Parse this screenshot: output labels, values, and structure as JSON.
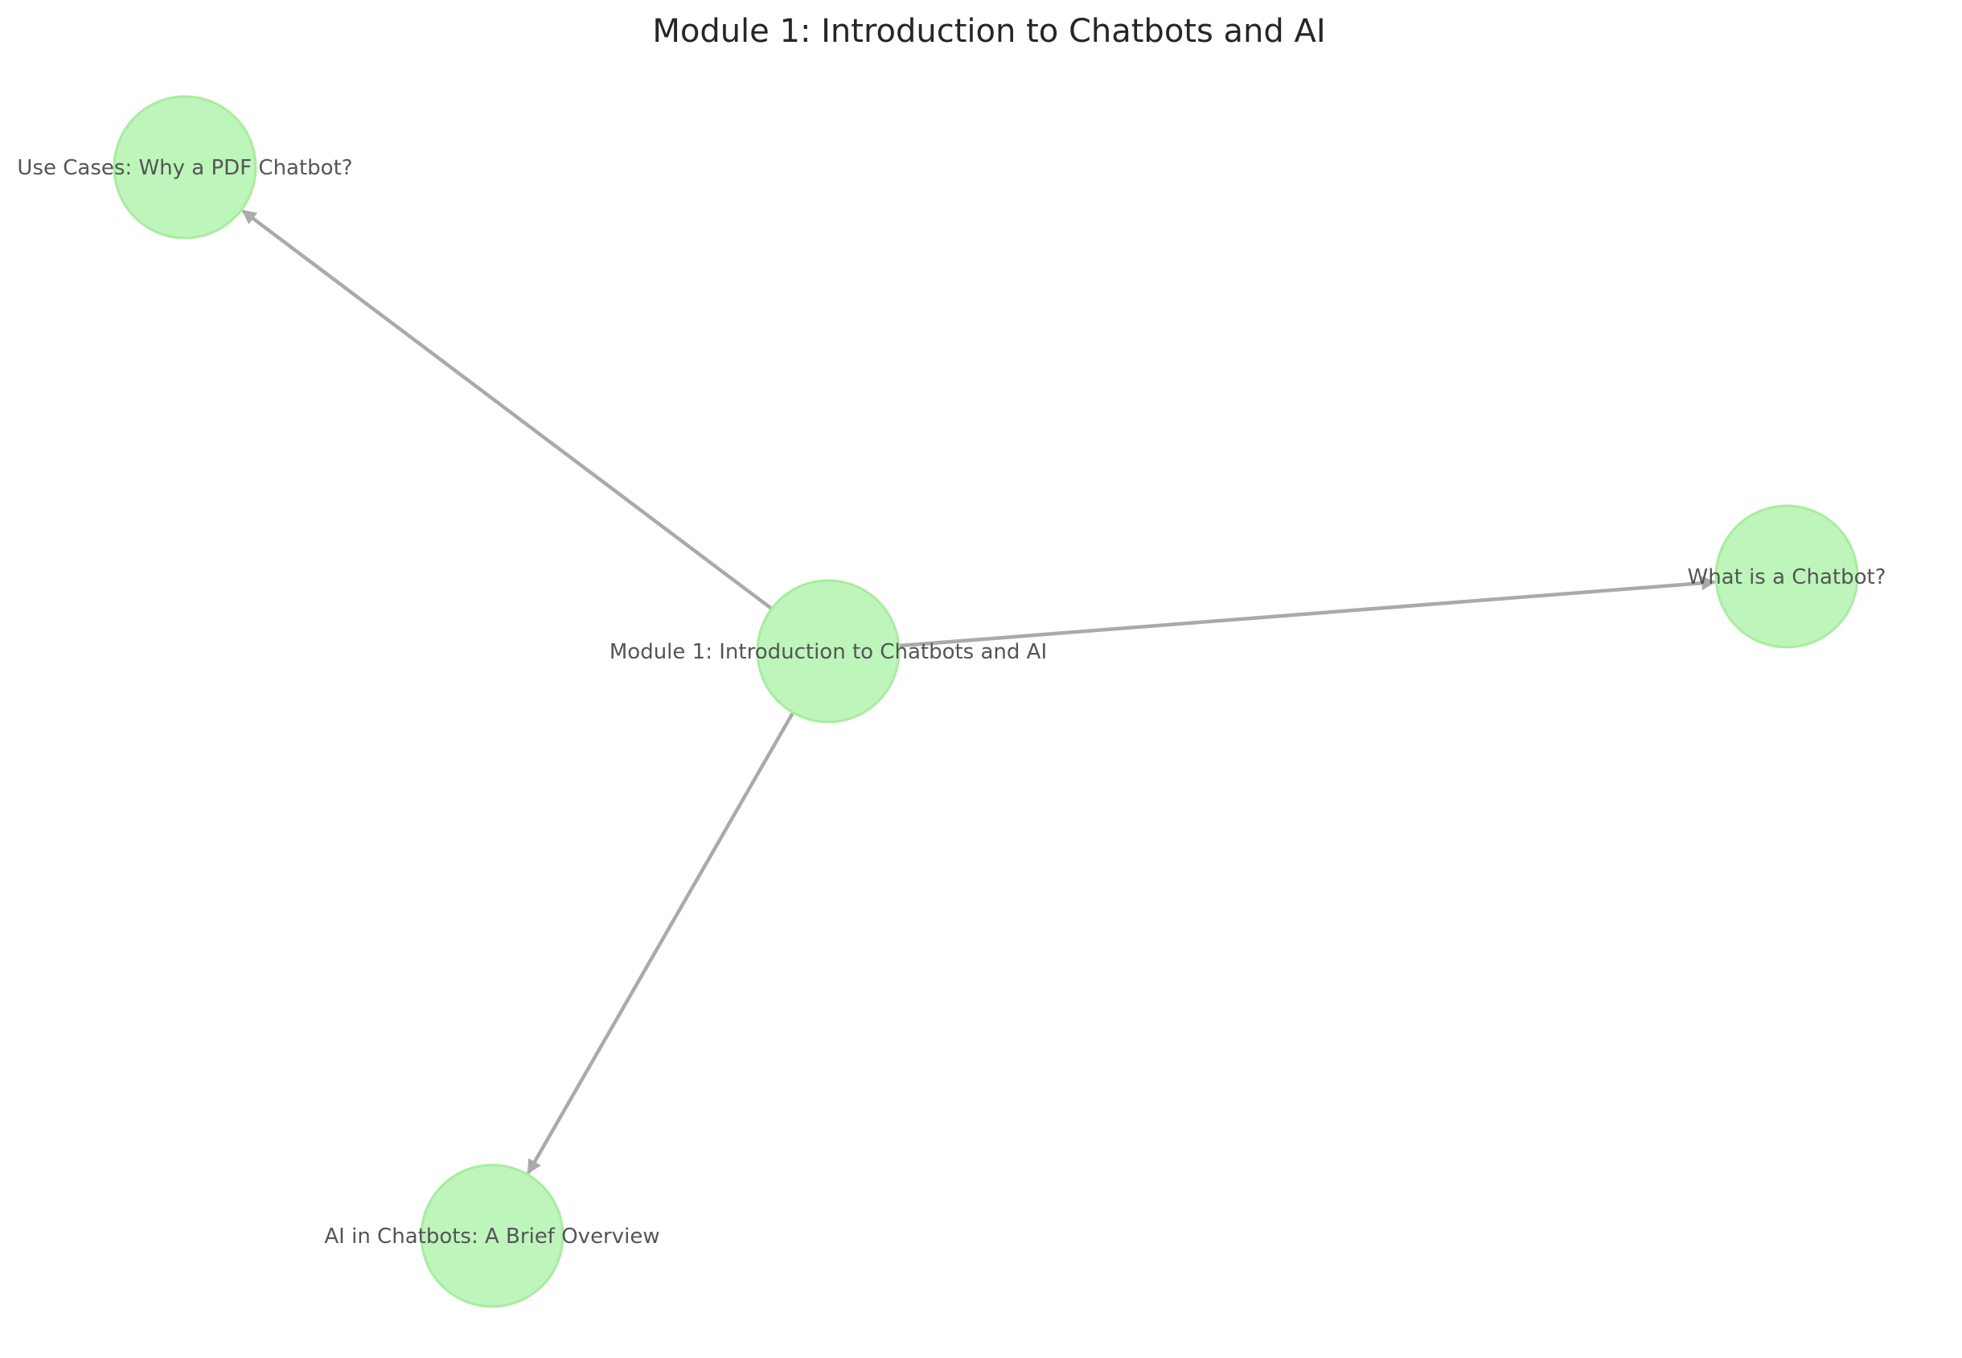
{
  "title": "Module 1: Introduction to Chatbots and AI",
  "colors": {
    "node_fill": "#bdf5bb",
    "node_stroke": "#a9ec9f",
    "edge": "#aaaaaa",
    "label": "#555555",
    "title": "#262626"
  },
  "nodes": [
    {
      "id": "root",
      "label": "Module 1: Introduction to Chatbots and AI"
    },
    {
      "id": "use-cases",
      "label": "Use Cases: Why a PDF Chatbot?"
    },
    {
      "id": "what-is",
      "label": "What is a Chatbot?"
    },
    {
      "id": "ai-in",
      "label": "AI in Chatbots: A Brief Overview"
    }
  ],
  "edges": [
    {
      "from": "root",
      "to": "use-cases"
    },
    {
      "from": "root",
      "to": "what-is"
    },
    {
      "from": "root",
      "to": "ai-in"
    }
  ]
}
